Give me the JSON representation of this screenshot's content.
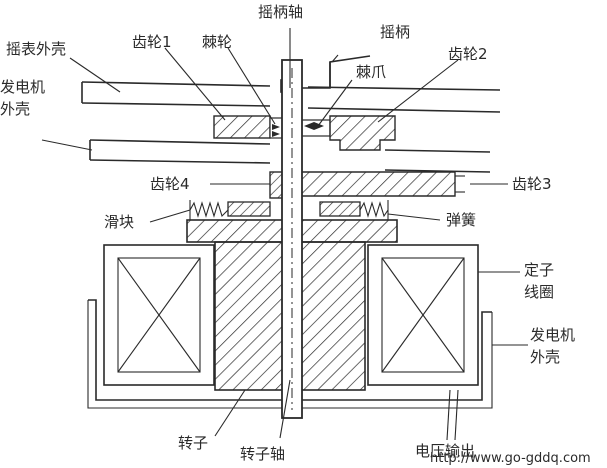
{
  "labels": {
    "crank_shaft": "摇柄轴",
    "crank": "摇柄",
    "watch_case": "摇表外壳",
    "gear1": "齿轮1",
    "ratchet_wheel": "棘轮",
    "gear2": "齿轮2",
    "pawl": "棘爪",
    "generator_case_top_1": "发电机",
    "generator_case_top_2": "外壳",
    "gear4": "齿轮4",
    "gear3": "齿轮3",
    "slider": "滑块",
    "spring": "弹簧",
    "stator_coil_1": "定子",
    "stator_coil_2": "线圈",
    "generator_case_right_1": "发电机",
    "generator_case_right_2": "外壳",
    "rotor": "转子",
    "rotor_shaft": "转子轴",
    "voltage_output": "电压输出",
    "watermark": "http://www.go-gddq.com"
  }
}
